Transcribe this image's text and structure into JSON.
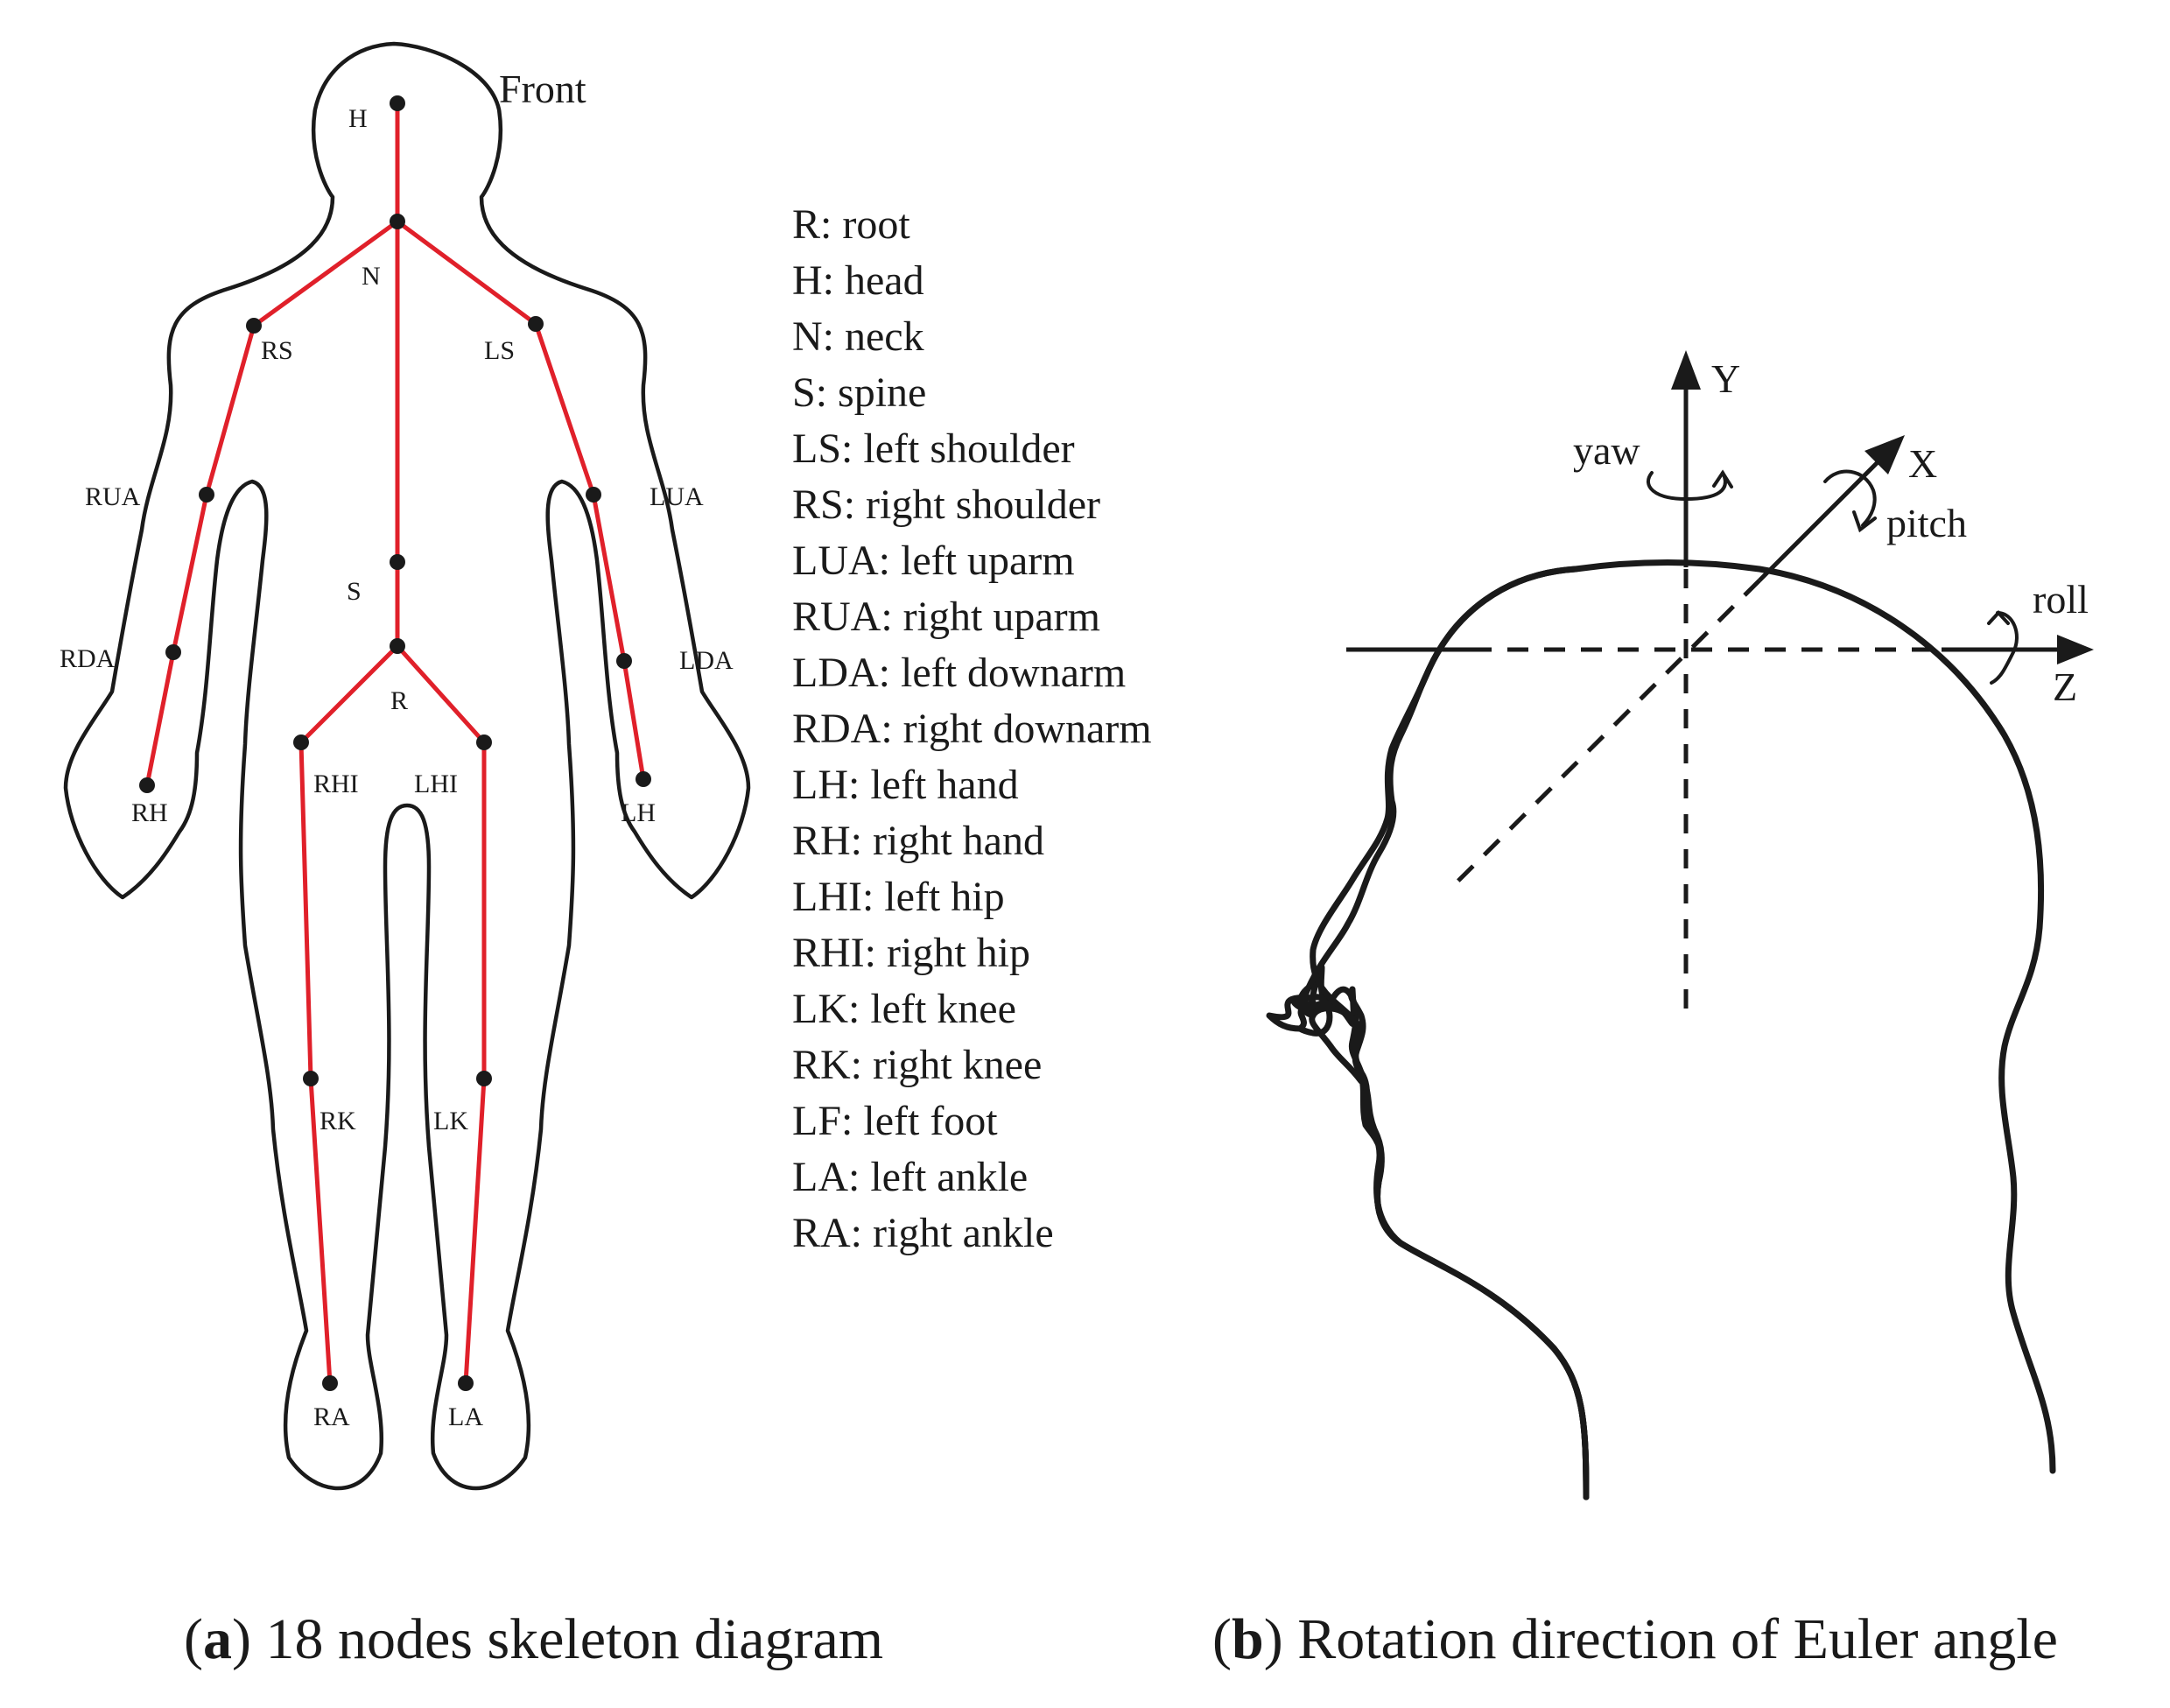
{
  "panel_a": {
    "front_label": "Front",
    "node_labels": {
      "H": "H",
      "N": "N",
      "RS": "RS",
      "LS": "LS",
      "RUA": "RUA",
      "LUA": "LUA",
      "S": "S",
      "RDA": "RDA",
      "LDA": "LDA",
      "R": "R",
      "RHI": "RHI",
      "LHI": "LHI",
      "RH": "RH",
      "LH": "LH",
      "RK": "RK",
      "LK": "LK",
      "RA": "RA",
      "LA": "LA"
    },
    "legend": [
      "R: root",
      "H: head",
      "N: neck",
      "S: spine",
      "LS: left shoulder",
      "RS: right shoulder",
      "LUA: left uparm",
      "RUA: right uparm",
      "LDA: left downarm",
      "RDA: right downarm",
      "LH: left hand",
      "RH: right hand",
      "LHI: left hip",
      "RHI: right hip",
      "LK: left knee",
      "RK: right knee",
      "LF: left foot",
      "LA: left ankle",
      "RA: right ankle"
    ],
    "caption_letter": "a",
    "caption_text": "18 nodes skeleton diagram",
    "skeleton_color": "#e0202a"
  },
  "panel_b": {
    "axes": {
      "y": "Y",
      "x": "X",
      "z": "Z"
    },
    "rotations": {
      "yaw": "yaw",
      "pitch": "pitch",
      "roll": "roll"
    },
    "caption_letter": "b",
    "caption_text": "Rotation direction of Euler angle"
  },
  "caption_parens": {
    "open": "(",
    "close": ")"
  }
}
